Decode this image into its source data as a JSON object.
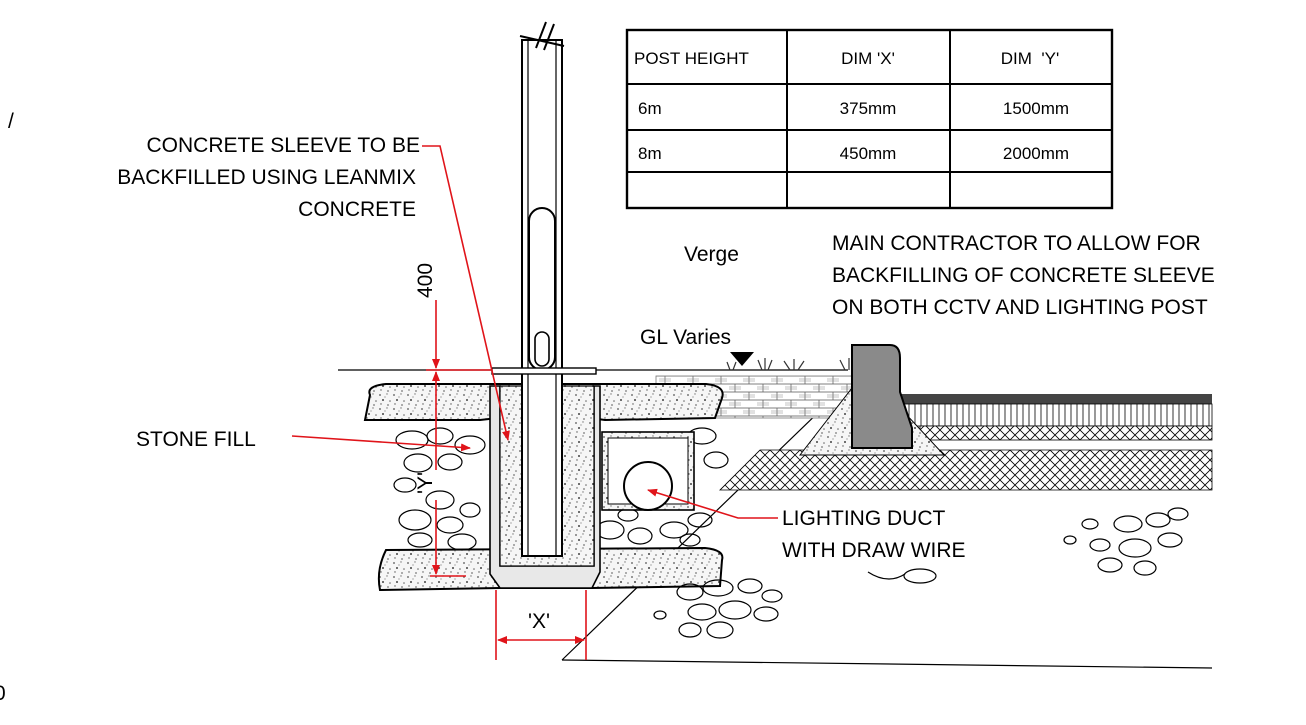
{
  "labels": {
    "sleeve_line1": "CONCRETE SLEEVE TO BE",
    "sleeve_line2": "BACKFILLED USING LEANMIX",
    "sleeve_line3": "CONCRETE",
    "stone_fill": "STONE FILL",
    "duct_line1": "LIGHTING DUCT",
    "duct_line2": "WITH DRAW WIRE",
    "verge": "Verge",
    "gl_varies": "GL Varies",
    "note_line1": "MAIN CONTRACTOR TO ALLOW FOR",
    "note_line2": "BACKFILLING OF CONCRETE SLEEVE",
    "note_line3": "ON BOTH CCTV AND LIGHTING POST",
    "dim_400": "400",
    "dim_y": "'Y'",
    "dim_x": "'X'",
    "edge_slash": "/",
    "edge_char": "0"
  },
  "table": {
    "headers": [
      "POST HEIGHT",
      "DIM 'X'",
      "DIM  'Y'"
    ],
    "rows": [
      [
        "6m",
        "375mm",
        "1500mm"
      ],
      [
        "8m",
        "450mm",
        "2000mm"
      ],
      [
        "",
        "",
        ""
      ]
    ]
  },
  "colors": {
    "leader": "#e0141a",
    "line": "#000000",
    "kerb": "#8a8a8a",
    "concrete_fill": "#f4f4f4"
  }
}
